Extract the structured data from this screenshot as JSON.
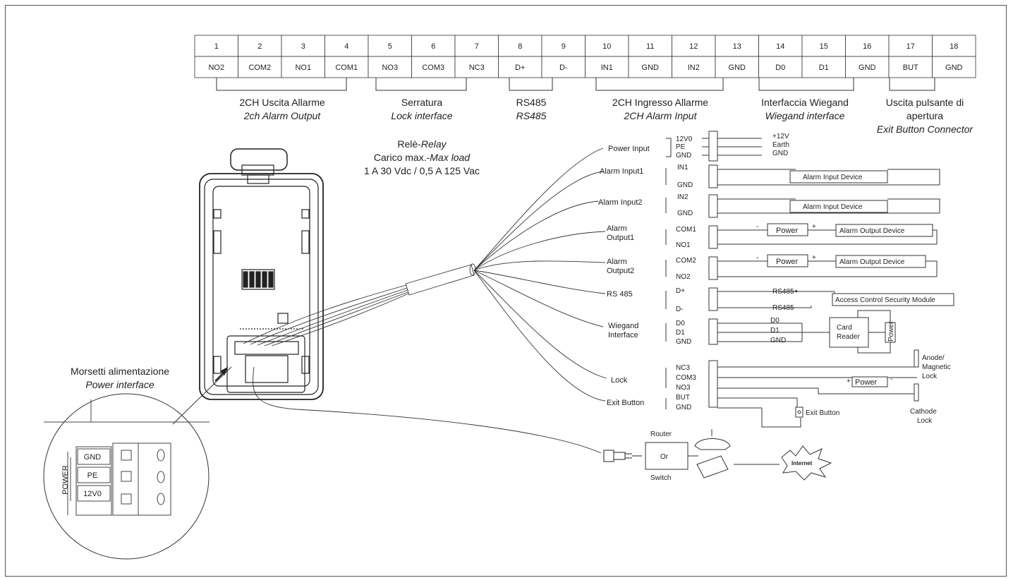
{
  "pins": [
    {
      "num": "1",
      "name": "NO2"
    },
    {
      "num": "2",
      "name": "COM2"
    },
    {
      "num": "3",
      "name": "NO1"
    },
    {
      "num": "4",
      "name": "COM1"
    },
    {
      "num": "5",
      "name": "NO3"
    },
    {
      "num": "6",
      "name": "COM3"
    },
    {
      "num": "7",
      "name": "NC3"
    },
    {
      "num": "8",
      "name": "D+"
    },
    {
      "num": "9",
      "name": "D-"
    },
    {
      "num": "10",
      "name": "IN1"
    },
    {
      "num": "11",
      "name": "GND"
    },
    {
      "num": "12",
      "name": "IN2"
    },
    {
      "num": "13",
      "name": "GND"
    },
    {
      "num": "14",
      "name": "D0"
    },
    {
      "num": "15",
      "name": "D1"
    },
    {
      "num": "16",
      "name": "GND"
    },
    {
      "num": "17",
      "name": "BUT"
    },
    {
      "num": "18",
      "name": "GND"
    }
  ],
  "groups": {
    "alarm_output": {
      "it": "2CH Uscita Allarme",
      "en": "2ch Alarm Output"
    },
    "lock": {
      "it": "Serratura",
      "en": "Lock interface"
    },
    "rs485": {
      "it": "RS485",
      "en": "RS485"
    },
    "alarm_input": {
      "it": "2CH Ingresso Allarme",
      "en": "2CH Alarm Input"
    },
    "wiegand": {
      "it": "Interfaccia Wiegand",
      "en": "Wiegand interface"
    },
    "exit": {
      "it1": "Uscita pulsante di",
      "it2": "apertura",
      "en": "Exit Button Connector"
    }
  },
  "relay": {
    "line1_a": "Relè-",
    "line1_b": "Relay",
    "line2_a": "Carico max.-",
    "line2_b": "Max load",
    "line3": "1 A 30 Vdc / 0,5 A 125 Vac"
  },
  "power_interface": {
    "it": "Morsetti alimentazione",
    "en": "Power interface",
    "side": "POWER",
    "terms": [
      "GND",
      "PE",
      "12V0"
    ]
  },
  "connections": {
    "power_input": "Power Input",
    "alarm_input1": "Alarm Input1",
    "alarm_input2": "Alarm Input2",
    "alarm_output1_a": "Alarm",
    "alarm_output1_b": "Output1",
    "alarm_output2_a": "Alarm",
    "alarm_output2_b": "Output2",
    "rs485": "RS 485",
    "wiegand_a": "Wiegand",
    "wiegand_b": "Interface",
    "lock": "Lock",
    "exit_button": "Exit Button"
  },
  "wires": {
    "p_12v": "12V0",
    "p_pe": "PE",
    "p_gnd": "GND",
    "out_12v": "+12V",
    "out_earth": "Earth",
    "out_gnd": "GND",
    "in1": "IN1",
    "in1_gnd": "GND",
    "in2": "IN2",
    "in2_gnd": "GND",
    "com1": "COM1",
    "no1": "NO1",
    "com2": "COM2",
    "no2": "NO2",
    "dp": "D+",
    "dm": "D-",
    "rs_p": "RS485+",
    "rs_m": "RS485-",
    "d0": "D0",
    "d1": "D1",
    "wgnd": "GND",
    "rd0": "D0",
    "rd1": "D1",
    "rgnd": "GND",
    "nc3": "NC3",
    "com3": "COM3",
    "no3": "NO3",
    "but": "BUT",
    "bgnd": "GND"
  },
  "devices": {
    "alarm_input_device": "Alarm Input Device",
    "power": "Power",
    "alarm_output_device": "Alarm Output Device",
    "access_module": "Access Control Security Module",
    "card_reader_a": "Card",
    "card_reader_b": "Reader",
    "anode_a": "Anode/",
    "anode_b": "Magnetic",
    "anode_c": "Lock",
    "cathode_a": "Cathode",
    "cathode_b": "Lock",
    "exit_button": "Exit Button",
    "router": "Router",
    "or": "Or",
    "switch": "Switch",
    "internet": "Internet"
  }
}
